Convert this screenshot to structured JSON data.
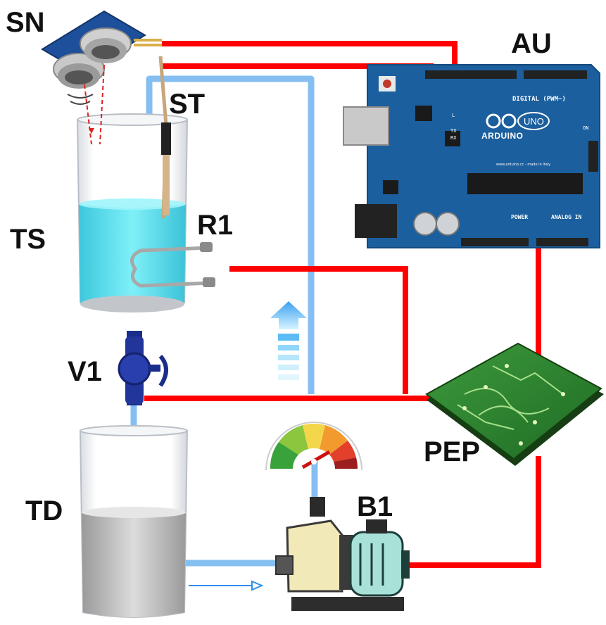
{
  "labels": {
    "sn": "SN",
    "au": "AU",
    "st": "ST",
    "ts": "TS",
    "r1": "R1",
    "v1": "V1",
    "pep": "PEP",
    "td": "TD",
    "b1": "B1"
  },
  "arduino": {
    "brand": "ARDUINO",
    "model": "UNO",
    "digital_header": "DIGITAL (PWM~)",
    "power_header": "POWER",
    "analog_header": "ANALOG IN",
    "url": "www.arduino.cc - made in Italy",
    "on_label": "ON",
    "tx": "TX",
    "rx": "RX",
    "l": "L"
  },
  "colors": {
    "wire": "#ff0000",
    "pipe": "#7fb6f0",
    "water": "#4fd8e8",
    "board": "#1b5f9e",
    "pcb": "#2f8a2f"
  },
  "icons": {
    "sensor": "ultrasonic-sensor-icon",
    "pump": "water-pump-icon",
    "valve": "valve-icon",
    "gauge": "pressure-gauge-icon",
    "heater": "heater-element-icon",
    "flow": "flow-arrow-icon"
  }
}
